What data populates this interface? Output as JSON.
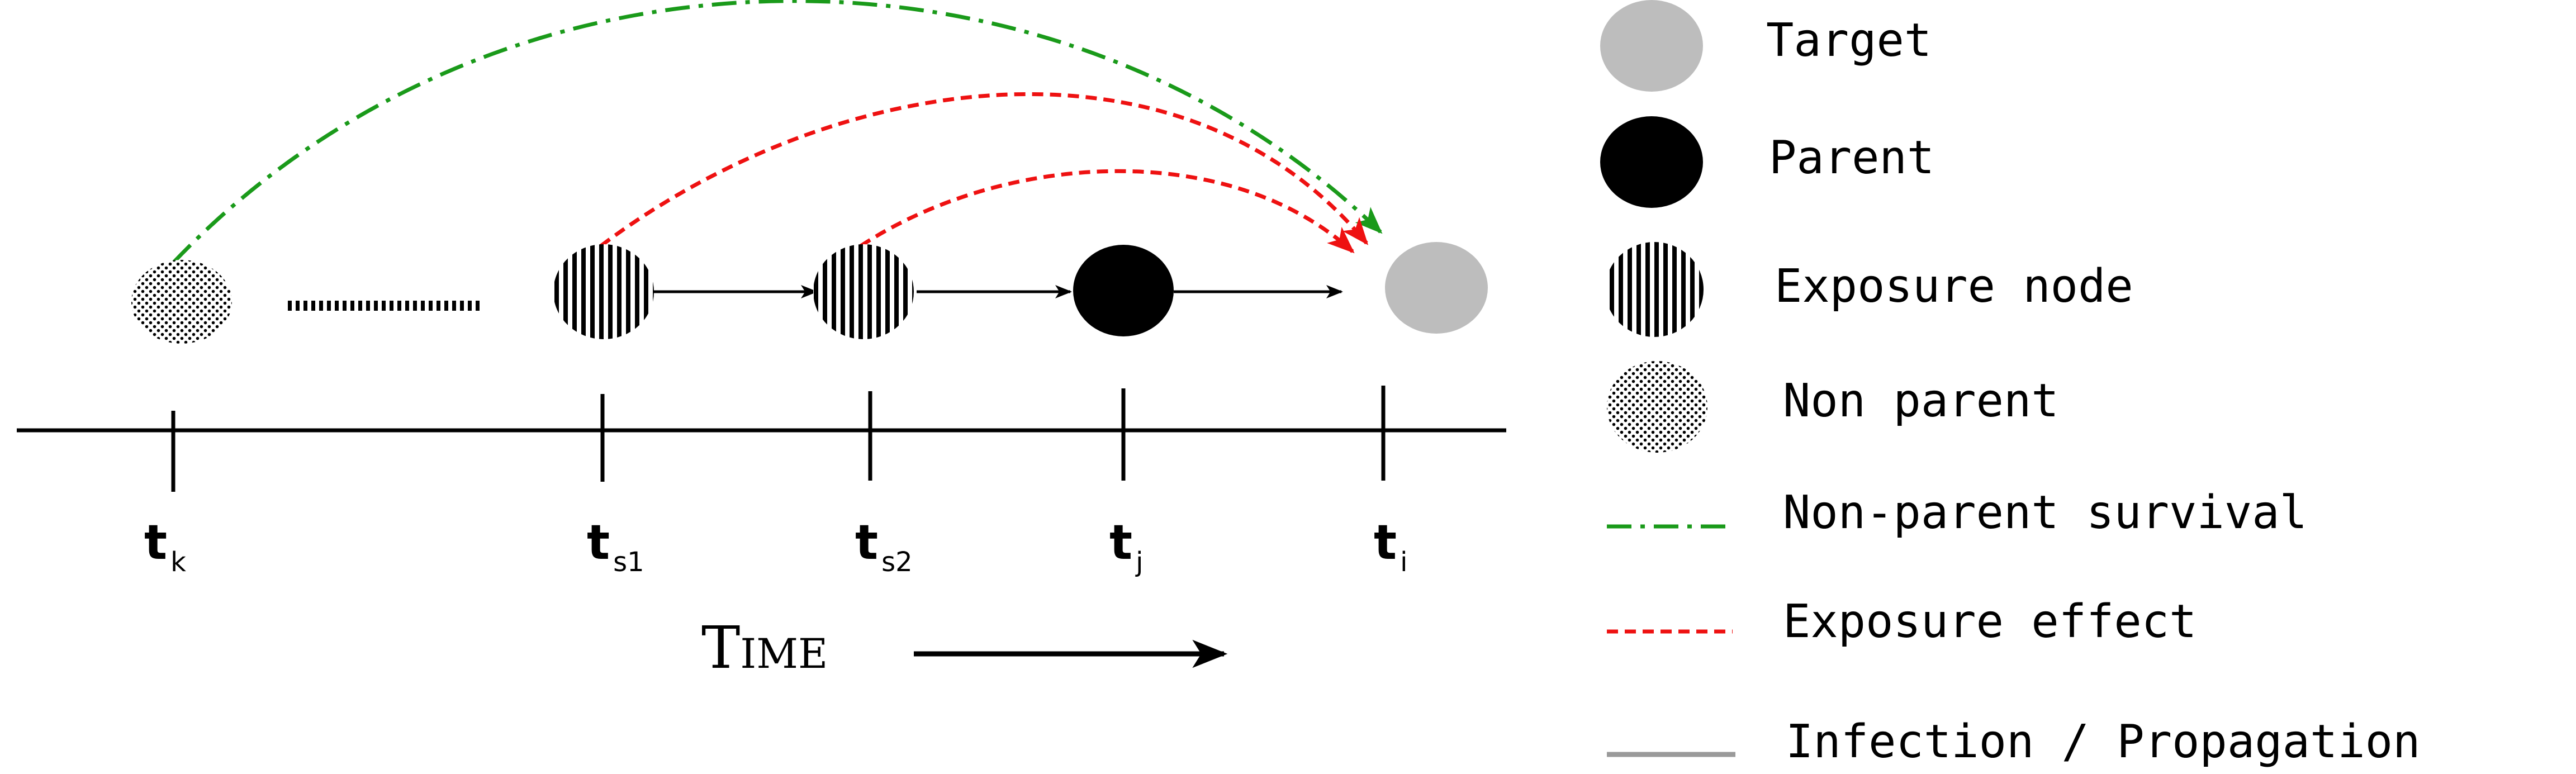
{
  "timeline": {
    "ticks": [
      {
        "id": "k",
        "base": "t",
        "sub": "k"
      },
      {
        "id": "s1",
        "base": "t",
        "sub": "s1"
      },
      {
        "id": "s2",
        "base": "t",
        "sub": "s2"
      },
      {
        "id": "j",
        "base": "t",
        "sub": "j"
      },
      {
        "id": "i",
        "base": "t",
        "sub": "i"
      }
    ],
    "time_label": "Time"
  },
  "nodes": [
    {
      "id": "non-parent",
      "type": "non_parent"
    },
    {
      "id": "exposure-1",
      "type": "exposure"
    },
    {
      "id": "exposure-2",
      "type": "exposure"
    },
    {
      "id": "parent",
      "type": "parent"
    },
    {
      "id": "target",
      "type": "target"
    }
  ],
  "edges": [
    {
      "from": "exposure-1",
      "to": "exposure-2",
      "kind": "infection"
    },
    {
      "from": "exposure-2",
      "to": "parent",
      "kind": "infection"
    },
    {
      "from": "parent",
      "to": "target",
      "kind": "infection"
    },
    {
      "from": "non-parent",
      "to": "target",
      "kind": "non_parent_survival"
    },
    {
      "from": "exposure-1",
      "to": "target",
      "kind": "exposure_effect"
    },
    {
      "from": "exposure-2",
      "to": "target",
      "kind": "exposure_effect"
    }
  ],
  "legend": {
    "items": [
      {
        "key": "target",
        "label": "Target"
      },
      {
        "key": "parent",
        "label": "Parent"
      },
      {
        "key": "exposure",
        "label": "Exposure node"
      },
      {
        "key": "non_parent",
        "label": "Non parent"
      },
      {
        "key": "non_parent_survival",
        "label": "Non-parent survival"
      },
      {
        "key": "exposure_effect",
        "label": "Exposure effect"
      },
      {
        "key": "infection",
        "label": "Infection / Propagation"
      }
    ]
  },
  "colors": {
    "target": "#bdbdbd",
    "parent": "#000000",
    "non_parent_survival": "#1a9a1a",
    "exposure_effect": "#ee1111",
    "infection": "#000000",
    "legend_infection": "#9a9a9a"
  }
}
